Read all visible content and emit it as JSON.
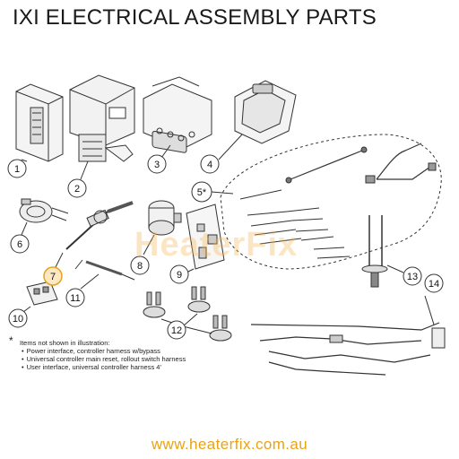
{
  "title": "IXI ELECTRICAL ASSEMBLY PARTS",
  "brand": {
    "watermark": "HeaterFix",
    "accent": "#e8a317"
  },
  "callouts": [
    "1",
    "2",
    "3",
    "4",
    "5*",
    "6",
    "7",
    "8",
    "9",
    "10",
    "11",
    "12",
    "13",
    "14"
  ],
  "highlighted_callout": "7",
  "notes": {
    "symbol": "*",
    "header": "Items not shown in illustration:",
    "items": [
      "Power interface, controller harness w/bypass",
      "Universal controller main reset, rollout switch harness",
      "User interface, universal controller harness 4'"
    ]
  },
  "footer": "www.heaterfix.com.au"
}
